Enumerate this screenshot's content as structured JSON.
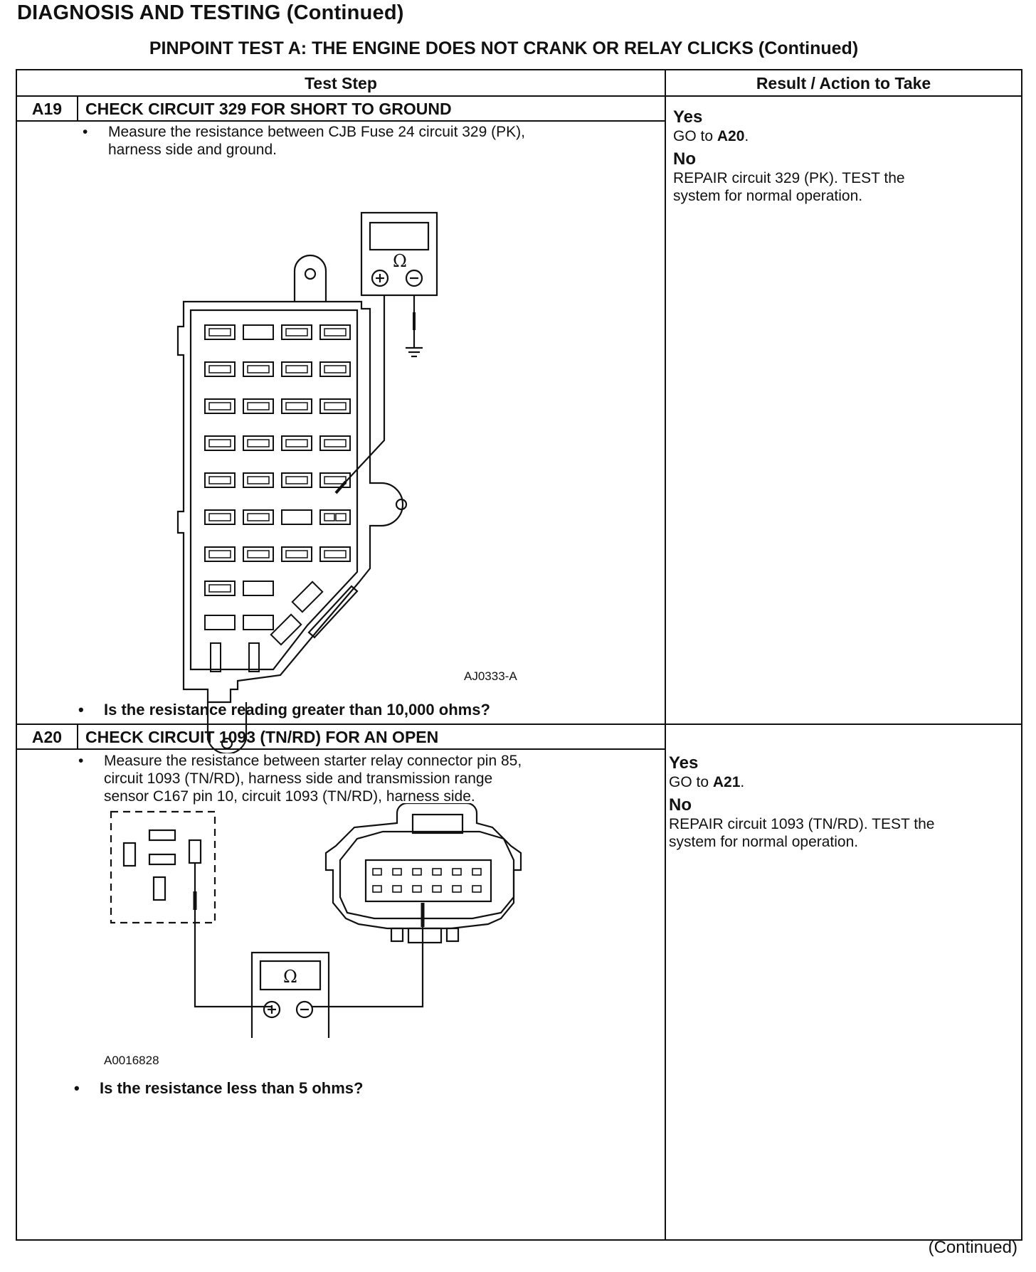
{
  "header": {
    "title": "DIAGNOSIS AND TESTING (Continued)",
    "subtitle": "PINPOINT TEST  A: THE ENGINE DOES NOT CRANK OR RELAY CLICKS (Continued)"
  },
  "table": {
    "col_test_step": "Test Step",
    "col_result": "Result / Action to Take"
  },
  "steps": [
    {
      "id": "A19",
      "title": "CHECK CIRCUIT 329 FOR SHORT TO GROUND",
      "bullet": "Measure the resistance between CJB Fuse 24 circuit 329 (PK),\nharness side and ground.",
      "figure_id": "AJ0333-A",
      "meter_symbol": "Ω",
      "question": "Is the resistance reading greater than 10,000 ohms?",
      "yes_label": "Yes",
      "yes_action_prefix": "GO to ",
      "yes_action_target": "A20",
      "yes_action_suffix": ".",
      "no_label": "No",
      "no_action": "REPAIR circuit 329 (PK). TEST the\nsystem for normal operation."
    },
    {
      "id": "A20",
      "title": "CHECK CIRCUIT 1093 (TN/RD) FOR AN OPEN",
      "bullet": "Measure the resistance between starter relay connector pin 85,\ncircuit 1093 (TN/RD), harness side and transmission range\nsensor C167 pin 10, circuit 1093 (TN/RD), harness side.",
      "figure_id": "A0016828",
      "meter_symbol": "Ω",
      "question": "Is the resistance less than 5 ohms?",
      "yes_label": "Yes",
      "yes_action_prefix": "GO to ",
      "yes_action_target": "A21",
      "yes_action_suffix": ".",
      "no_label": "No",
      "no_action": "REPAIR circuit 1093 (TN/RD). TEST the\nsystem for normal operation."
    }
  ],
  "bullet_char": "•",
  "footer": {
    "continued": "(Continued)"
  }
}
